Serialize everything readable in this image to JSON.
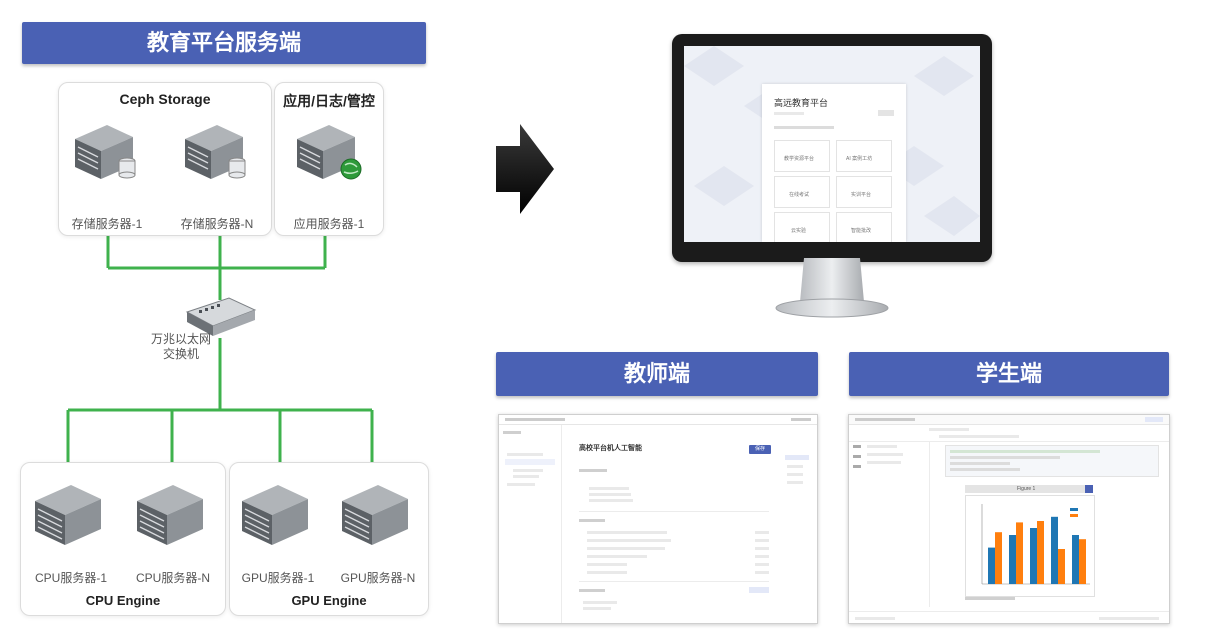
{
  "server_side": {
    "title": "教育平台服务端",
    "storage": {
      "title": "Ceph Storage",
      "servers": [
        "存储服务器-1",
        "存储服务器-N"
      ]
    },
    "app": {
      "title": "应用/日志/管控",
      "server": "应用服务器-1"
    },
    "switch_label": "万兆以太网\n交换机",
    "cpu": {
      "title": "CPU Engine",
      "servers": [
        "CPU服务器-1",
        "CPU服务器-N"
      ]
    },
    "gpu": {
      "title": "GPU Engine",
      "servers": [
        "GPU服务器-1",
        "GPU服务器-N"
      ]
    }
  },
  "monitor": {
    "title": "高远教育平台",
    "cards": [
      "教学资源平台",
      "AI 案例工坊",
      "在线考试",
      "实训平台",
      "云实验",
      "智能批改"
    ]
  },
  "teacher": {
    "banner": "教师端",
    "course_title": "高校平台机人工智能",
    "button": "保存"
  },
  "student": {
    "banner": "学生端",
    "chart_title": "Figure 1"
  },
  "colors": {
    "banner": "#4a61b4",
    "network_line": "#3fb24d",
    "chart_blue": "#1f77b4",
    "chart_orange": "#ff7f0e"
  }
}
